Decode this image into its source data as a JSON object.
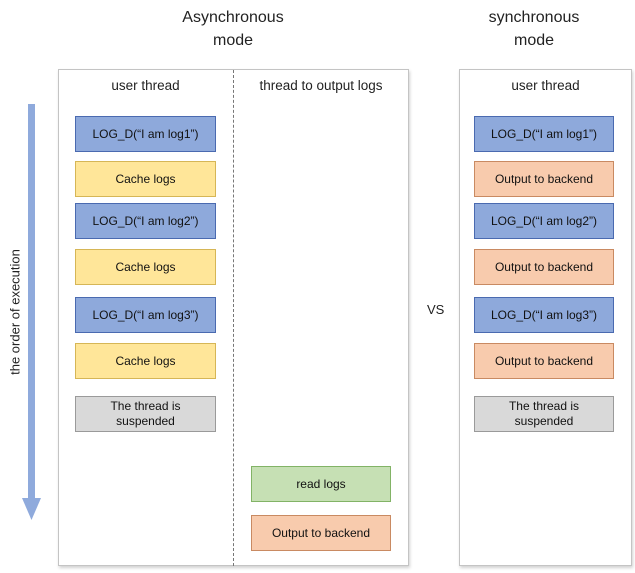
{
  "titles": {
    "async": "Asynchronous mode",
    "sync": "synchronous mode"
  },
  "vs_label": "VS",
  "axis_label": "the order of execution",
  "async_panel": {
    "user_thread_header": "user thread",
    "output_thread_header": "thread to output logs",
    "user_steps": [
      {
        "text": "LOG_D(“I am log1”)",
        "kind": "log"
      },
      {
        "text": "Cache logs",
        "kind": "cache"
      },
      {
        "text": "LOG_D(“I am log2”)",
        "kind": "log"
      },
      {
        "text": "Cache logs",
        "kind": "cache"
      },
      {
        "text": "LOG_D(“I am log3”)",
        "kind": "log"
      },
      {
        "text": "Cache logs",
        "kind": "cache"
      },
      {
        "text": "The thread is suspended",
        "kind": "suspended"
      }
    ],
    "output_steps": [
      {
        "text": "read logs",
        "kind": "read"
      },
      {
        "text": "Output to backend",
        "kind": "output"
      }
    ]
  },
  "sync_panel": {
    "user_thread_header": "user thread",
    "user_steps": [
      {
        "text": "LOG_D(“I am log1”)",
        "kind": "log"
      },
      {
        "text": "Output to backend",
        "kind": "output"
      },
      {
        "text": "LOG_D(“I am log2”)",
        "kind": "log"
      },
      {
        "text": "Output to backend",
        "kind": "output"
      },
      {
        "text": "LOG_D(“I am log3”)",
        "kind": "log"
      },
      {
        "text": "Output to backend",
        "kind": "output"
      },
      {
        "text": "The thread is suspended",
        "kind": "suspended"
      }
    ]
  },
  "colors": {
    "log": "#8ea9db",
    "cache": "#ffe699",
    "output": "#f8cbad",
    "read": "#c6e0b4",
    "suspended": "#d9d9d9",
    "arrow": "#8faadc"
  }
}
